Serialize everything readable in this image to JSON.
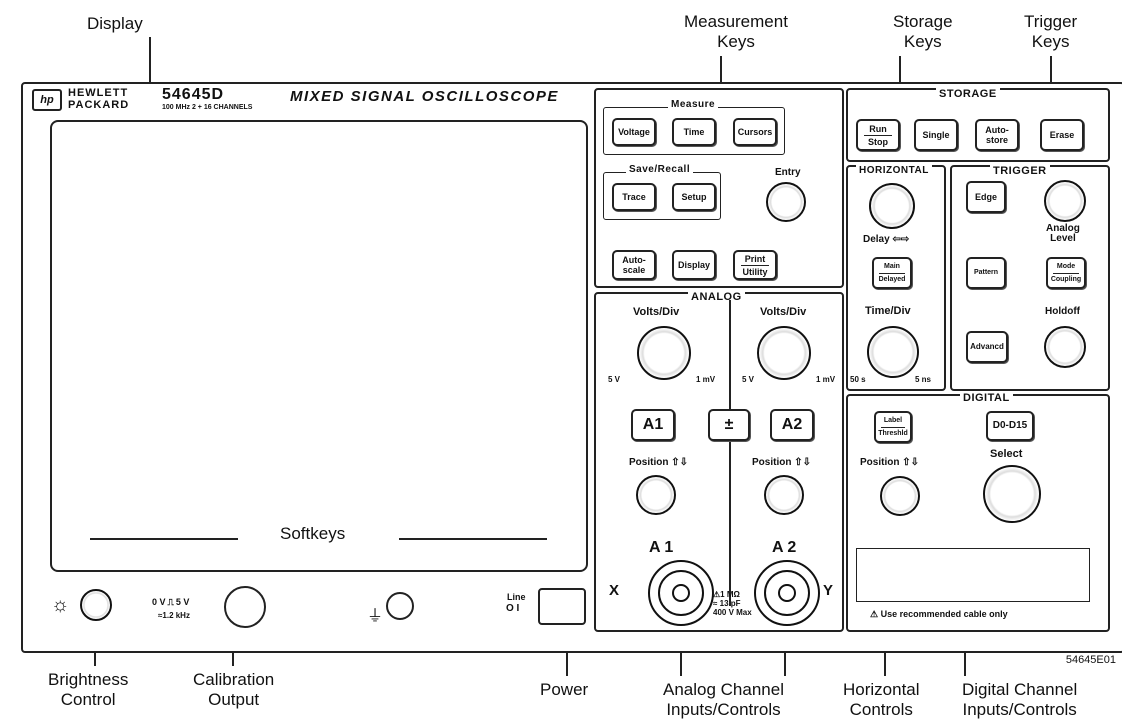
{
  "callouts": {
    "display": "Display",
    "measurement_keys": [
      "Measurement",
      "Keys"
    ],
    "storage_keys": [
      "Storage",
      "Keys"
    ],
    "trigger_keys": [
      "Trigger",
      "Keys"
    ],
    "brightness": [
      "Brightness",
      "Control"
    ],
    "calibration": [
      "Calibration",
      "Output"
    ],
    "power": "Power",
    "analog": [
      "Analog Channel",
      "Inputs/Controls"
    ],
    "horizontal": [
      "Horizontal",
      "Controls"
    ],
    "digital": [
      "Digital Channel",
      "Inputs/Controls"
    ]
  },
  "figure_id": "54645E01",
  "header": {
    "brand_logo": "hp",
    "brand_line1": "HEWLETT",
    "brand_line2": "PACKARD",
    "model": "54645D",
    "spec": "100 MHz  2 + 16 CHANNELS",
    "title": "MIXED SIGNAL OSCILLOSCOPE"
  },
  "screen": {
    "softkeys": "Softkeys"
  },
  "front": {
    "calibration_text": [
      "0 V",
      "5 V",
      "≈1.2 kHz"
    ],
    "line_label": "Line",
    "line_states": "O  I"
  },
  "measure": {
    "title": "Measure",
    "voltage": "Voltage",
    "time": "Time",
    "cursors": "Cursors",
    "save_recall_title": "Save/Recall",
    "trace": "Trace",
    "setup": "Setup",
    "entry": "Entry",
    "autoscale": [
      "Auto-",
      "scale"
    ],
    "display": "Display",
    "print": [
      "Print",
      "Utility"
    ]
  },
  "storage": {
    "title": "STORAGE",
    "run_stop": [
      "Run",
      "Stop"
    ],
    "single": "Single",
    "autostore": [
      "Auto-",
      "store"
    ],
    "erase": "Erase"
  },
  "horizontal": {
    "title": "HORIZONTAL",
    "delay": "Delay ⇦⇨",
    "main_delayed": [
      "Main",
      "Delayed"
    ],
    "time_div": "Time/Div",
    "range_left": "50 s",
    "range_right": "5 ns"
  },
  "trigger": {
    "title": "TRIGGER",
    "edge": "Edge",
    "analog_level": [
      "Analog",
      "Level"
    ],
    "pattern": "Pattern",
    "mode_coupling": [
      "Mode",
      "Coupling"
    ],
    "holdoff": "Holdoff",
    "advanced": "Advancd"
  },
  "analog": {
    "title": "ANALOG",
    "volts_div": "Volts/Div",
    "range_left": "5 V",
    "range_right": "1 mV",
    "a1": "A1",
    "a2": "A2",
    "math": "±",
    "position": "Position ⇧⇩",
    "in_a1": "A 1",
    "in_a2": "A 2",
    "x": "X",
    "y": "Y",
    "input_spec": [
      "⚠1 MΩ",
      "≈ 13  pF",
      "400 V  Max"
    ]
  },
  "digital": {
    "title": "DIGITAL",
    "label_thresh": [
      "Label",
      "Threshld"
    ],
    "d0_d15": "D0-D15",
    "position": "Position ⇧⇩",
    "select": "Select",
    "cable_note": "⚠ Use recommended cable only"
  }
}
